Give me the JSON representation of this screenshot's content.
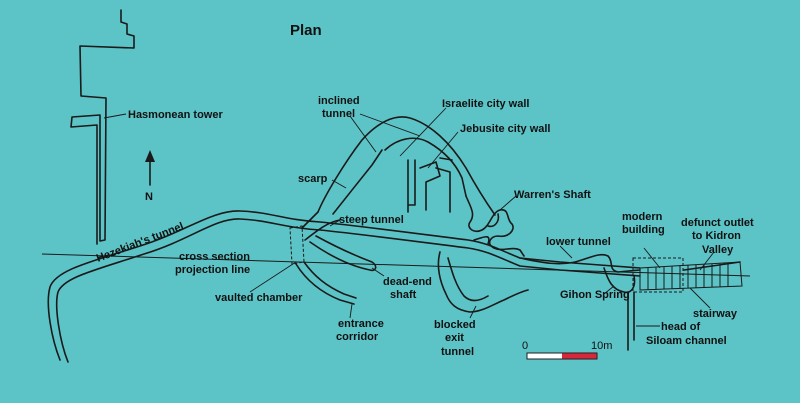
{
  "title": "Plan",
  "north": "N",
  "colors": {
    "background": "#5cc3c6",
    "ink": "#1a1a1a",
    "scale_red": "#d8263a",
    "scale_white": "#ffffff"
  },
  "labels": {
    "hasmonean_tower": "Hasmonean tower",
    "inclined_tunnel_1": "inclined",
    "inclined_tunnel_2": "tunnel",
    "israelite_wall": "Israelite city wall",
    "jebusite_wall": "Jebusite city wall",
    "scarp": "scarp",
    "warrens_shaft": "Warren's Shaft",
    "steep_tunnel": "steep tunnel",
    "hezekiahs_tunnel": "Hezekiah's tunnel",
    "cross_section_1": "cross section",
    "cross_section_2": "projection line",
    "lower_tunnel": "lower tunnel",
    "modern_building_1": "modern",
    "modern_building_2": "building",
    "defunct_outlet_1": "defunct outlet",
    "defunct_outlet_2": "to Kidron",
    "defunct_outlet_3": "Valley",
    "vaulted_chamber": "vaulted chamber",
    "dead_end_shaft_1": "dead-end",
    "dead_end_shaft_2": "shaft",
    "gihon_spring": "Gihon Spring",
    "stairway": "stairway",
    "entrance_corridor_1": "entrance",
    "entrance_corridor_2": "corridor",
    "blocked_exit_1": "blocked",
    "blocked_exit_2": "exit",
    "blocked_exit_3": "tunnel",
    "head_siloam_1": "head of",
    "head_siloam_2": "Siloam channel"
  },
  "scale_bar": {
    "start": "0",
    "end": "10m"
  }
}
